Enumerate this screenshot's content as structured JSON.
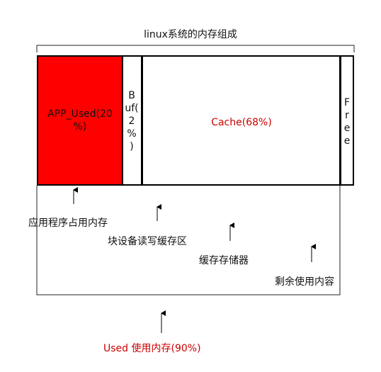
{
  "diagram": {
    "title": "linux系统的内存组成",
    "segments": {
      "app": {
        "lines": [
          "APP_Used(20",
          "%)"
        ],
        "fill": "#ff0000"
      },
      "buf": {
        "lines": [
          "B",
          "uf(",
          "2",
          "%",
          ")"
        ]
      },
      "cache": {
        "label": "Cache(68%)",
        "color": "#cc0000"
      },
      "free": {
        "lines": [
          "F",
          "r",
          "e",
          "e"
        ]
      }
    },
    "annotations": {
      "app": "应用程序占用内存",
      "buf": "块设备读写缓存区",
      "cache": "缓存存储器",
      "free": "剩余使用内容",
      "used": "Used 使用内存(90%)"
    },
    "colors": {
      "accent_red": "#cc0000",
      "stroke": "#000000"
    }
  }
}
